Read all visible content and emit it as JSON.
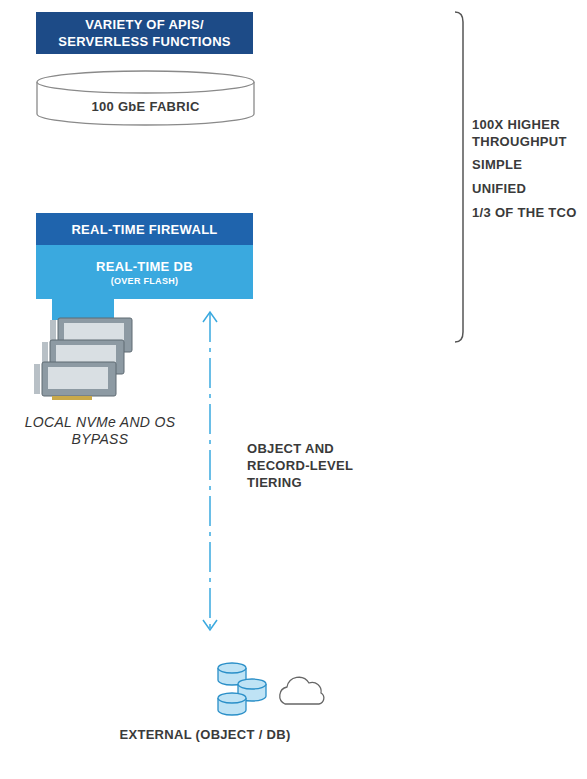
{
  "diagram": {
    "nodes": [
      {
        "text": [
          "VARIETY OF APIS/ SERVERLESS FUNCTIONS"
        ]
      },
      {
        "text": [
          "100 GbE FABRIC"
        ]
      },
      {
        "text": [
          "REAL-TIME FIREWALL"
        ]
      },
      {
        "text": [
          "REAL-TIME DB",
          "(OVER FLASH)"
        ]
      }
    ],
    "labels": [
      "100X HIGHER THROUGHPUT",
      "SIMPLE",
      "UNIFIED",
      "1/3 OF THE TCO",
      "LOCAL NVMe AND OS BYPASS",
      "OBJECT AND RECORD-LEVEL TIERING",
      "EXTERNAL (OBJECT / DB)"
    ]
  }
}
